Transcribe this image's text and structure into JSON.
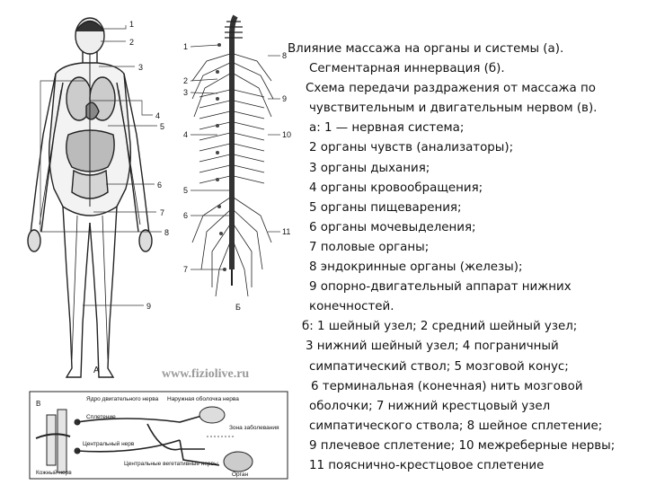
{
  "caption": {
    "lines": [
      "Влияние массажа на органы и системы (а).",
      "Сегментарная иннервация (б).",
      "Схема передачи раздражения от массажа по",
      "чувствительным и двигательным нервом (в).",
      "а: 1 — нервная система;",
      "2 органы чувств (анализаторы);",
      "3 органы дыхания;",
      "4 органы кровообращения;",
      "5 органы пищеварения;",
      "6 органы мочевыделения;",
      "7 половые органы;",
      "8 эндокринные органы (железы);",
      "9 опорно-двигательный аппарат нижних",
      "конечностей.",
      "б: 1 шейный узел; 2 средний шейный узел;",
      "3 нижний шейный узел; 4 пограничный",
      "симпатический ствол; 5 мозговой конус;",
      "6 терминальная (конечная) нить мозговой",
      "оболочки; 7 нижний крестцовый узел",
      "симпатического ствола; 8 шейное сплетение;",
      "9 плечевое сплетение; 10 межреберные нервы;",
      "11 пояснично-крестцовое сплетение"
    ]
  },
  "figure_a": {
    "panel_letter": "А",
    "labels": [
      "1",
      "2",
      "3",
      "4",
      "5",
      "6",
      "7",
      "8",
      "9"
    ]
  },
  "figure_b": {
    "panel_letter": "Б",
    "labels_left": [
      "1",
      "2",
      "3",
      "4",
      "5",
      "6",
      "7"
    ],
    "labels_right": [
      "8",
      "9",
      "10",
      "11"
    ]
  },
  "figure_c": {
    "panel_letter": "В",
    "labels": [
      "Ядро двигательного нерва",
      "Наружная оболочка нерва",
      "Сплетение",
      "Центральный нерв",
      "Зона заболевания",
      "Центральные вегетативные нервы",
      "Кожный нерв",
      "Орган"
    ]
  },
  "watermark": "www.fiziolive.ru"
}
